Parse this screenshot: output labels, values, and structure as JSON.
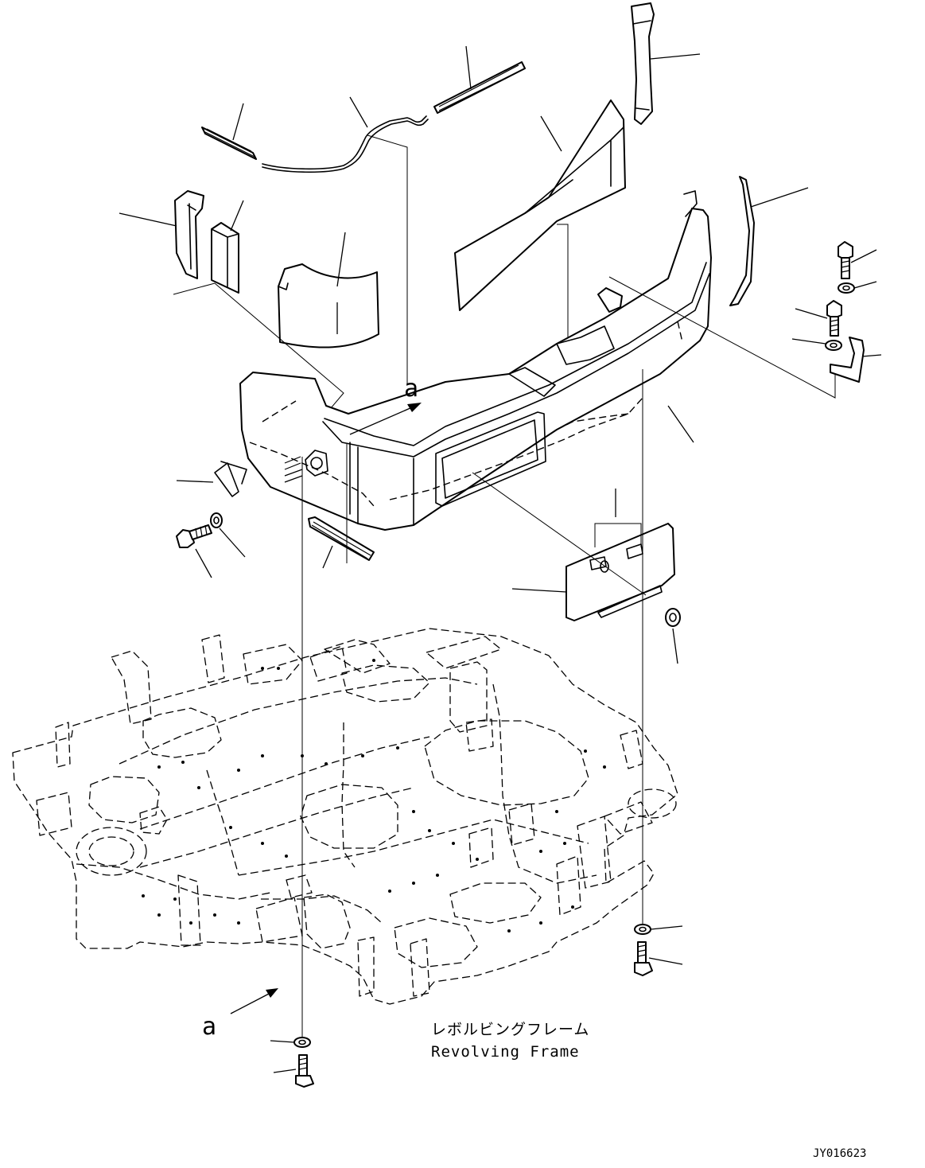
{
  "view_arrow_top": "a",
  "view_arrow_bottom": "a",
  "frame_label_jp": "レボルビングフレーム",
  "frame_label_en": "Revolving Frame",
  "drawing_number": "JY016623"
}
